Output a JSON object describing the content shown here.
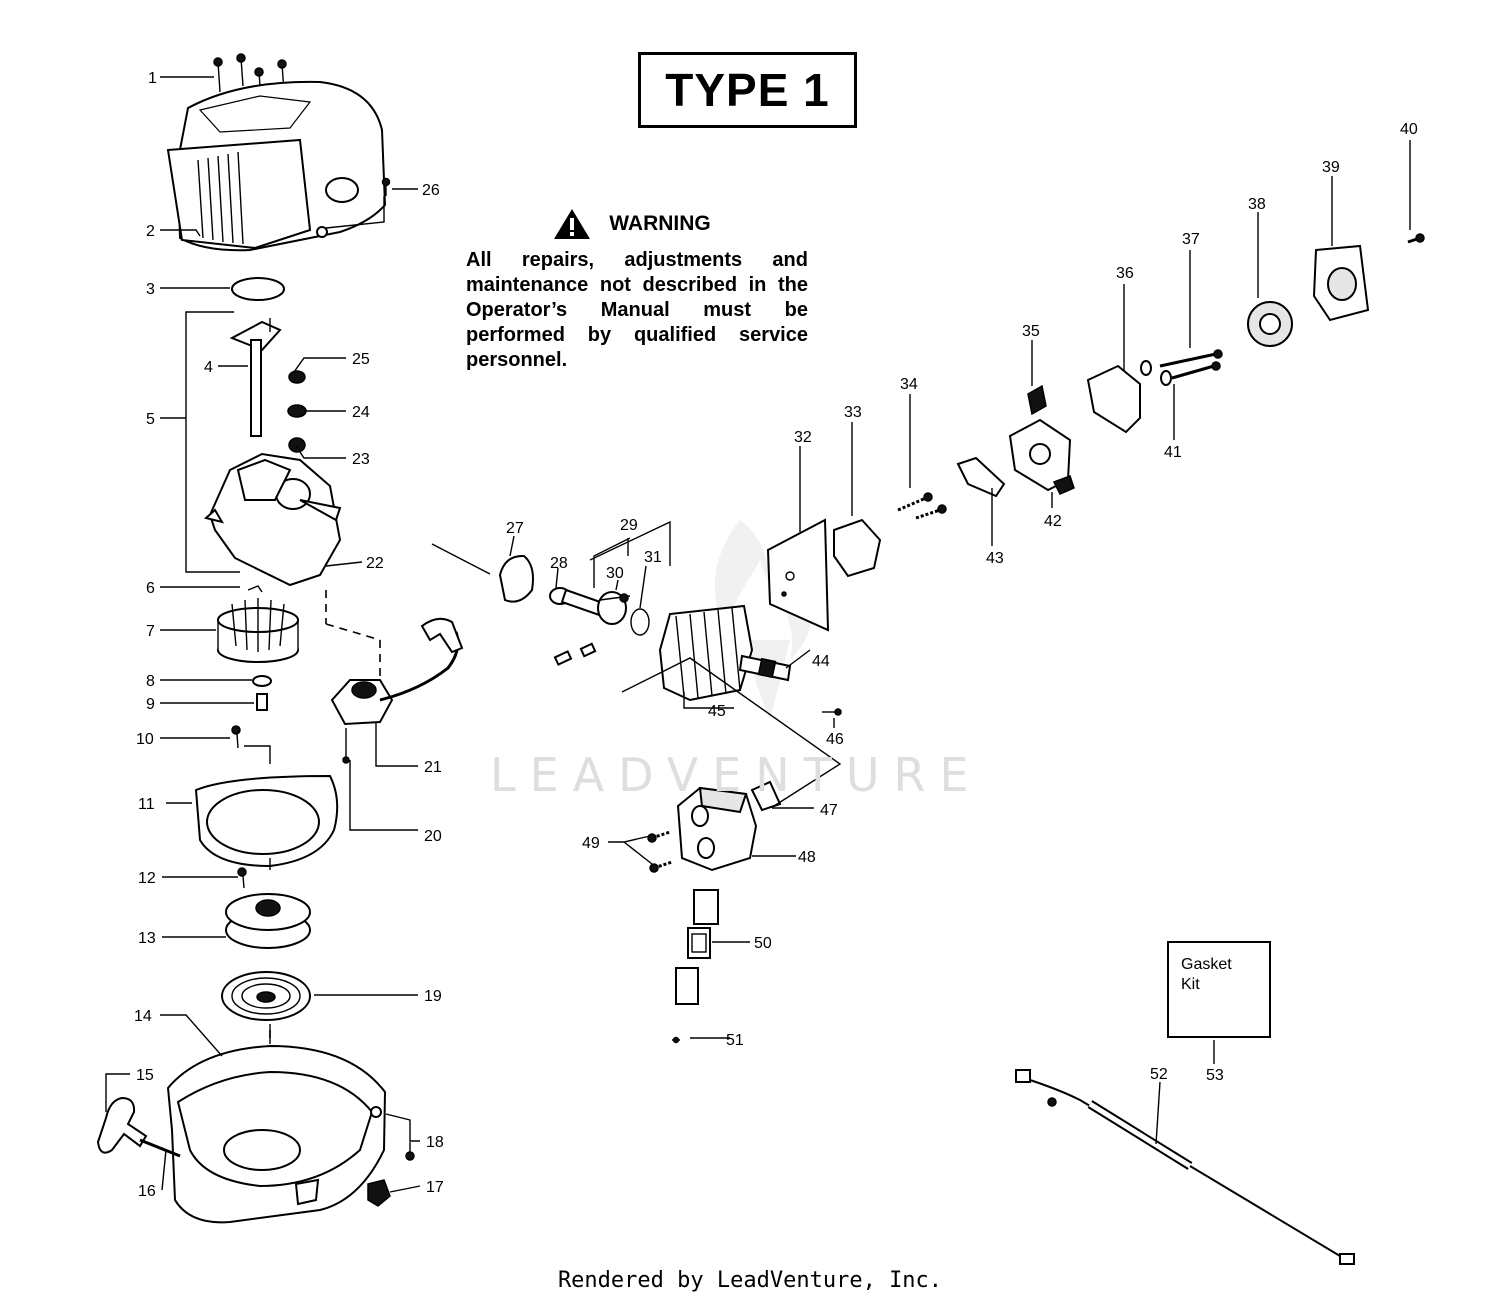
{
  "title": "TYPE 1",
  "warning": {
    "heading": "WARNING",
    "text": "All repairs, adjustments and maintenance not described in the Operator’s Manual must be performed by qualified service personnel."
  },
  "gasket_kit": {
    "label": "Gasket\nKit"
  },
  "watermark": "LEADVENTURE",
  "footer": "Rendered by LeadVenture, Inc.",
  "callouts": [
    "1",
    "2",
    "3",
    "4",
    "5",
    "6",
    "7",
    "8",
    "9",
    "10",
    "11",
    "12",
    "13",
    "14",
    "15",
    "16",
    "17",
    "18",
    "19",
    "20",
    "21",
    "22",
    "23",
    "24",
    "25",
    "26",
    "27",
    "28",
    "29",
    "30",
    "31",
    "32",
    "33",
    "34",
    "35",
    "36",
    "37",
    "38",
    "39",
    "40",
    "41",
    "42",
    "43",
    "44",
    "45",
    "46",
    "47",
    "48",
    "49",
    "50",
    "51",
    "52",
    "53"
  ],
  "icons": {
    "warning": "warning-triangle-icon",
    "watermark_logo": "flame-logo-icon"
  }
}
